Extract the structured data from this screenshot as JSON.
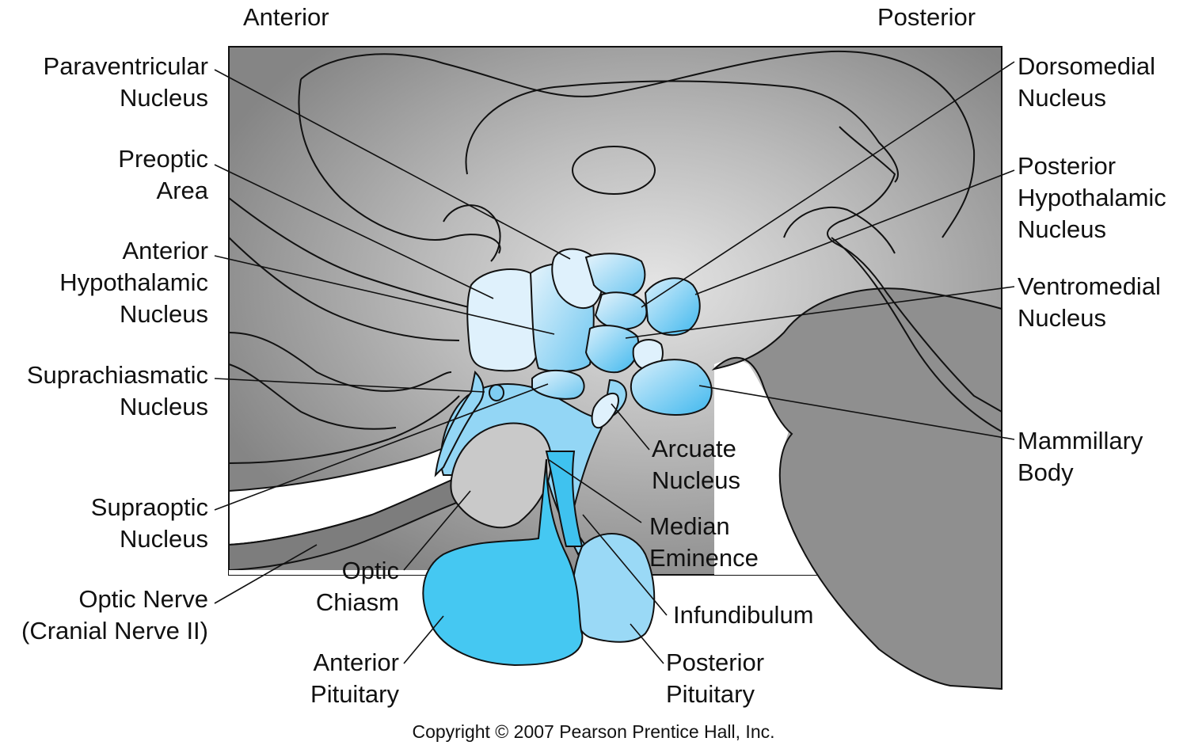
{
  "header": {
    "anterior": "Anterior",
    "posterior": "Posterior"
  },
  "labels": {
    "paraventricular": [
      "Paraventricular",
      "Nucleus"
    ],
    "preoptic": [
      "Preoptic",
      "Area"
    ],
    "anterior_hypothalamic": [
      "Anterior",
      "Hypothalamic",
      "Nucleus"
    ],
    "suprachiasmatic": [
      "Suprachiasmatic",
      "Nucleus"
    ],
    "supraoptic": [
      "Supraoptic",
      "Nucleus"
    ],
    "optic_nerve": [
      "Optic Nerve",
      "(Cranial Nerve II)"
    ],
    "optic_chiasm": [
      "Optic",
      "Chiasm"
    ],
    "anterior_pituitary": [
      "Anterior",
      "Pituitary"
    ],
    "dorsomedial": [
      "Dorsomedial",
      "Nucleus"
    ],
    "posterior_hypothalamic": [
      "Posterior",
      "Hypothalamic",
      "Nucleus"
    ],
    "ventromedial": [
      "Ventromedial",
      "Nucleus"
    ],
    "mammillary": [
      "Mammillary",
      "Body"
    ],
    "arcuate": [
      "Arcuate",
      "Nucleus"
    ],
    "median_eminence": [
      "Median",
      "Eminence"
    ],
    "infundibulum": [
      "Infundibulum"
    ],
    "posterior_pituitary": [
      "Posterior",
      "Pituitary"
    ]
  },
  "copyright": "Copyright © 2007 Pearson Prentice Hall, Inc.",
  "colors": {
    "brain_gray": "#8c8c8c",
    "brain_light": "#d9d9d9",
    "nucleus_light_blue": "#d6ecfa",
    "nucleus_mid_blue": "#7fcdf2",
    "pituitary_blue": "#45c8f2",
    "posterior_pituitary_blue": "#9ad9f6",
    "chiasm_gray": "#c8c8c8",
    "outline": "#111111"
  }
}
